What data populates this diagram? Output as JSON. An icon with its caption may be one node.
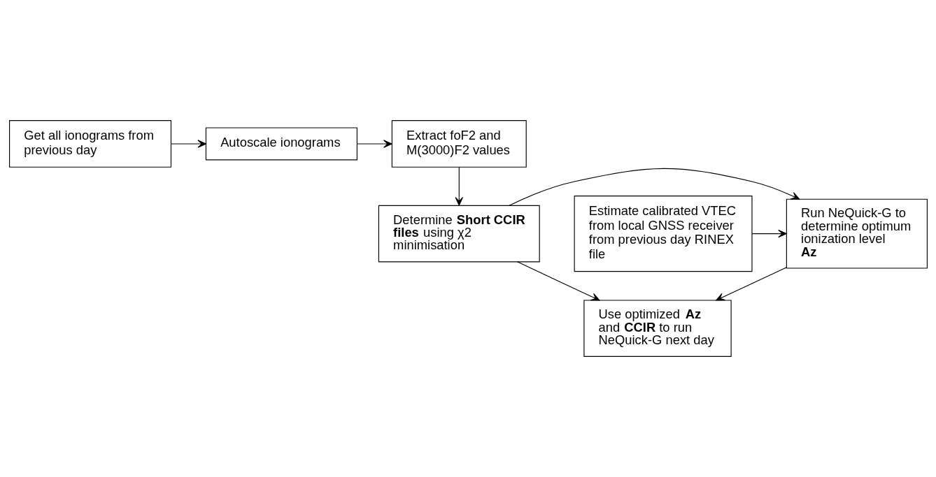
{
  "diagram": {
    "nodes": [
      {
        "text": [
          "Get all ionograms from previous day"
        ]
      },
      {
        "text": [
          "Autoscale ionograms"
        ]
      },
      {
        "text": [
          "Extract foF2 and M(3000)F2 values"
        ]
      },
      {
        "text": [
          "Estimate calibrated VTEC from local GNSS receiver from previous day RINEX file"
        ]
      },
      {
        "text": [
          "Run NeQuick-G to determine optimum ionization level **Az**"
        ]
      },
      {
        "text": [
          "Determine **Short CCIR files** using χ2 minimisation"
        ]
      },
      {
        "text": [
          "Use optimized **Az** and **CCIR** to run NeQuick-G next day"
        ]
      }
    ],
    "edges": [
      {
        "from": 0,
        "to": 1,
        "arrow": "to"
      },
      {
        "from": 1,
        "to": 2,
        "arrow": "to"
      },
      {
        "from": 2,
        "to": 5,
        "arrow": "to"
      },
      {
        "from": 5,
        "to": 4,
        "arrow": "to"
      },
      {
        "from": 3,
        "to": 4,
        "arrow": "to"
      },
      {
        "from": 4,
        "to": 6,
        "arrow": "to"
      },
      {
        "from": 5,
        "to": 6,
        "arrow": "to"
      }
    ]
  }
}
